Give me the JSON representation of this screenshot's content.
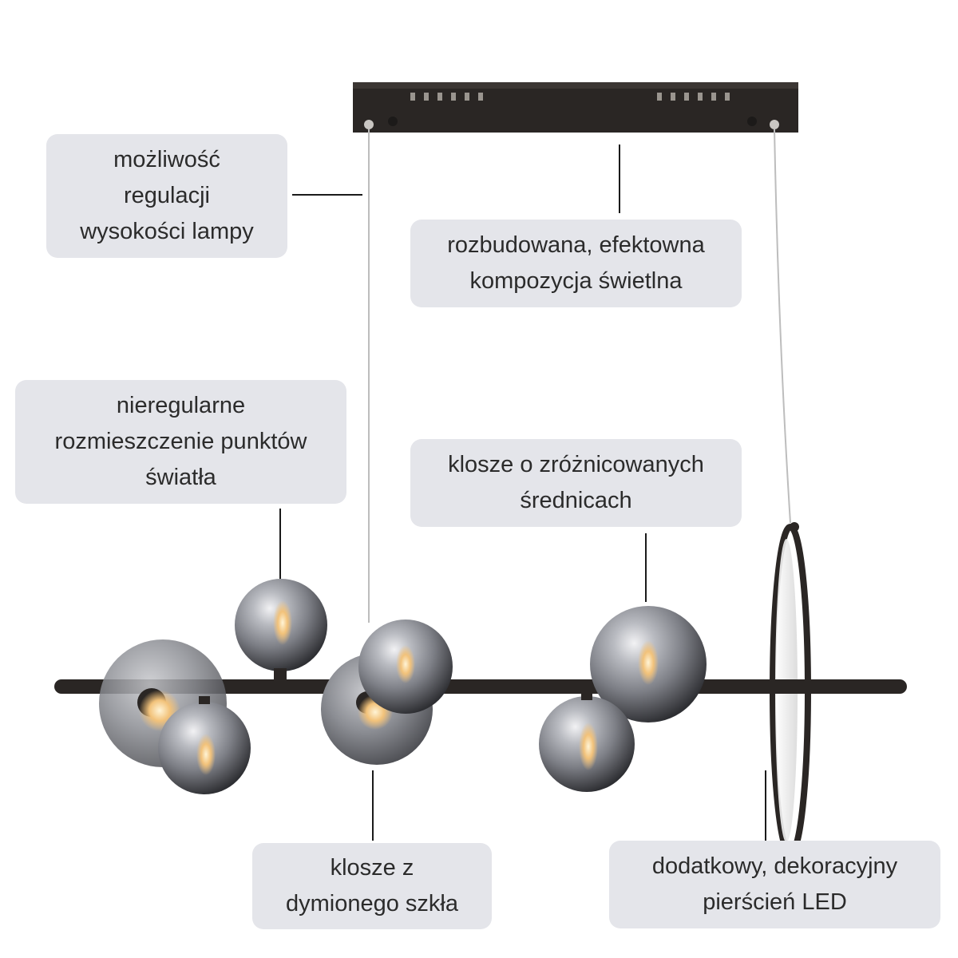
{
  "callouts": {
    "height_adjust": [
      "możliwość",
      "regulacji",
      "wysokości lampy"
    ],
    "composition": [
      "rozbudowana, efektowna",
      "kompozycja świetlna"
    ],
    "irregular_points": [
      "nieregularne",
      "rozmieszczenie punktów",
      "światła"
    ],
    "diameters": [
      "klosze o zróżnicowanych",
      "średnicach"
    ],
    "smoked_glass": [
      "klosze z",
      "dymionego szkła"
    ],
    "led_ring": [
      "dodatkowy, dekoracyjny",
      "pierścień LED"
    ]
  },
  "colors": {
    "callout_bg": "#e4e5ea",
    "callout_text": "#2b2b2b",
    "leader_line": "#1a1a1a",
    "lamp_frame": "#2a2624",
    "smoked_glass": "#8a8c92",
    "bulb_glow": "#f2c27a"
  }
}
